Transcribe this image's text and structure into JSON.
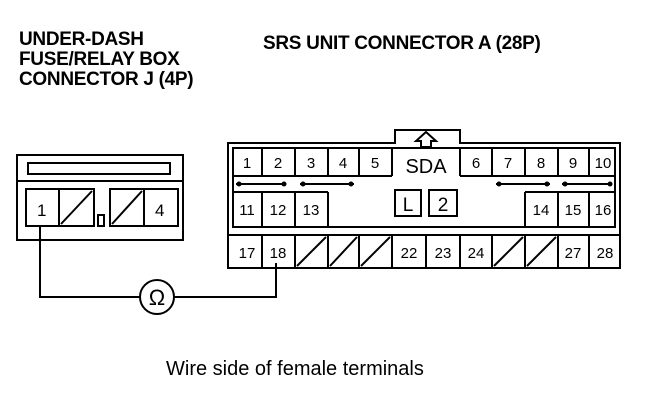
{
  "left_connector": {
    "title_lines": [
      "UNDER-DASH",
      "FUSE/RELAY BOX",
      "CONNECTOR J (4P)"
    ],
    "terminals": [
      "1",
      "4"
    ]
  },
  "right_connector": {
    "title": "SRS UNIT CONNECTOR A (28P)",
    "key_label": "SDA",
    "inner_labels": [
      "L",
      "2"
    ],
    "row1": [
      "1",
      "2",
      "3",
      "4",
      "5",
      "6",
      "7",
      "8",
      "9",
      "10"
    ],
    "row2": [
      "11",
      "12",
      "13",
      "14",
      "15",
      "16"
    ],
    "row3": [
      "17",
      "18",
      "22",
      "23",
      "24",
      "27",
      "28"
    ]
  },
  "meter_symbol": "Ω",
  "caption": "Wire side of female terminals"
}
